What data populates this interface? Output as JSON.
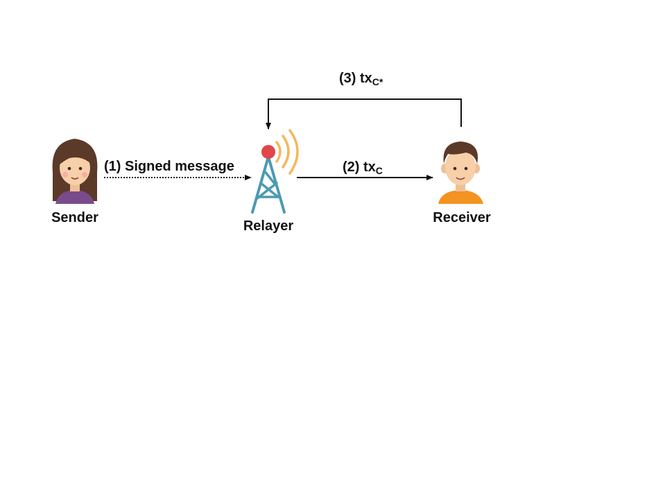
{
  "nodes": {
    "sender": {
      "label": "Sender"
    },
    "relayer": {
      "label": "Relayer"
    },
    "receiver": {
      "label": "Receiver"
    }
  },
  "edges": {
    "signed_message": {
      "label": "(1) Signed message"
    },
    "tx_c": {
      "label_main": "(2) tx",
      "label_sub": "C"
    },
    "tx_c_star": {
      "label_main": "(3) tx",
      "label_sub": "C*"
    }
  },
  "colors": {
    "hair": "#5b3a29",
    "skin": "#f7cfa8",
    "cheek": "#f3a0a0",
    "sender_shirt": "#7a4b8c",
    "receiver_shirt": "#f39321",
    "tower": "#4a9bb2",
    "tower_top": "#e2454a",
    "signal": "#f6b75a",
    "line": "#111111"
  },
  "icons": {
    "sender": "woman-avatar-icon",
    "relayer": "radio-tower-icon",
    "receiver": "man-avatar-icon"
  }
}
